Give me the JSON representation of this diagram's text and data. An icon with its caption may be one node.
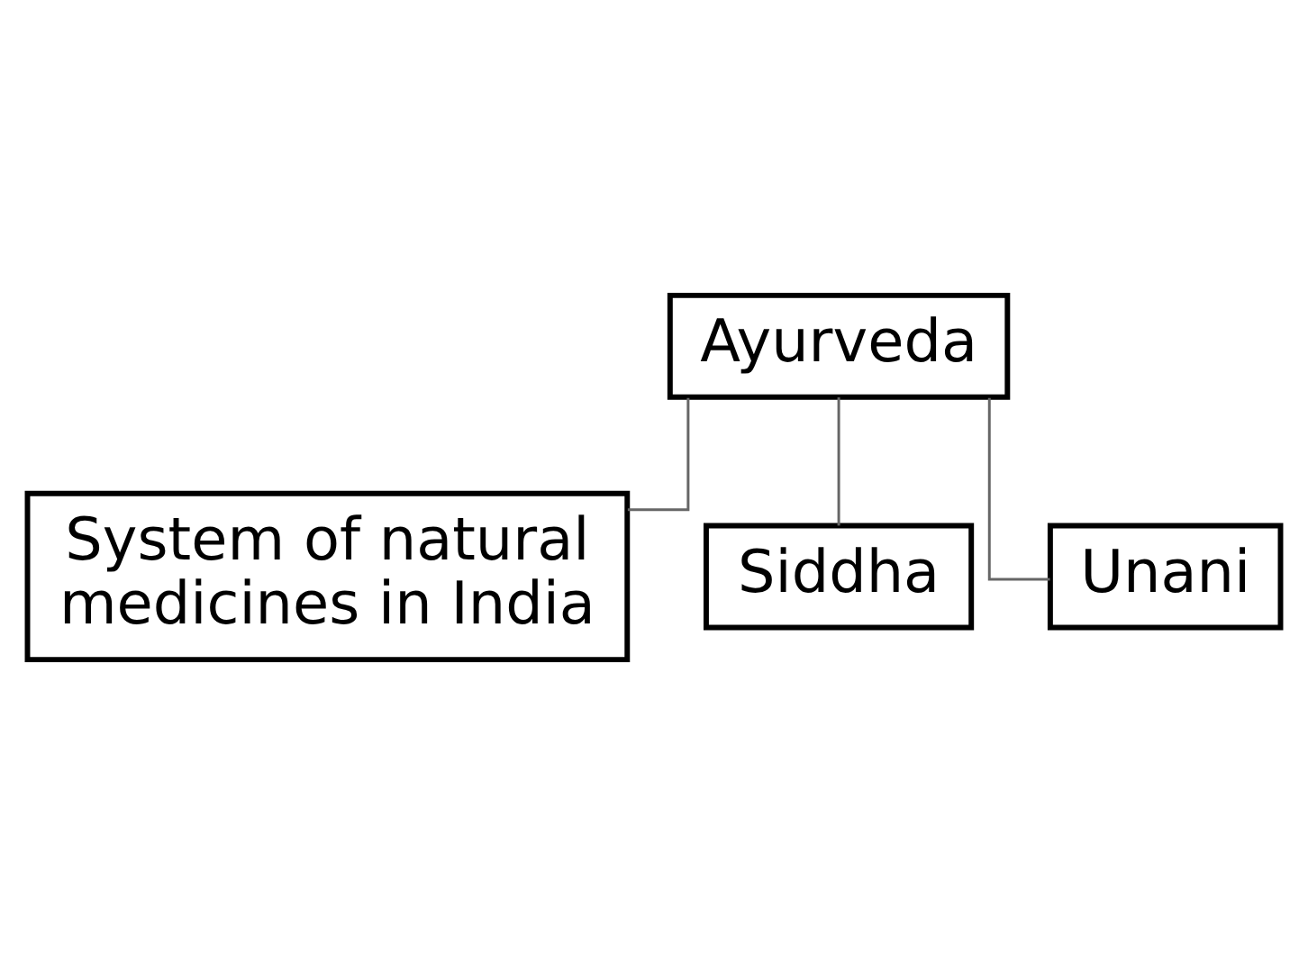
{
  "diagram": {
    "nodes": [
      {
        "text": [
          "Ayurveda"
        ]
      },
      {
        "text": [
          "System of natural medicines in India"
        ]
      },
      {
        "text": [
          "Siddha"
        ]
      },
      {
        "text": [
          "Unani"
        ]
      }
    ],
    "edges": [
      {
        "from": 0,
        "to": 1,
        "arrow": "none"
      },
      {
        "from": 0,
        "to": 2,
        "arrow": "none"
      },
      {
        "from": 0,
        "to": 3,
        "arrow": "none"
      }
    ]
  }
}
